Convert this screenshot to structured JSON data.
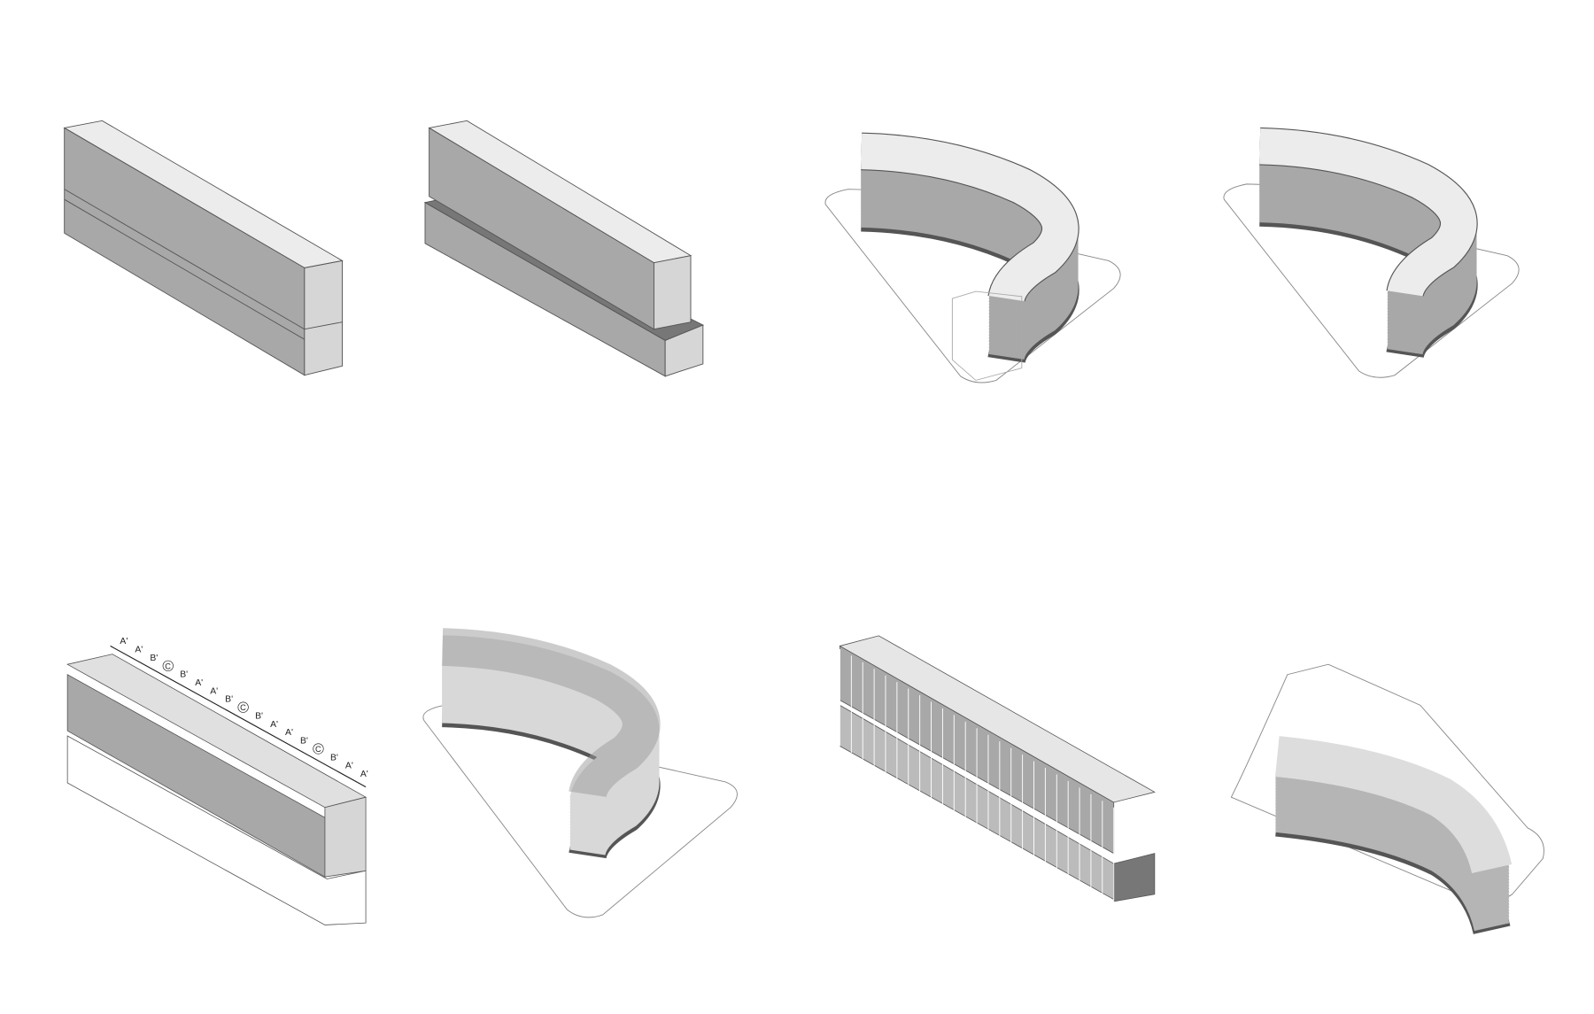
{
  "colors": {
    "top": "#ececec",
    "side": "#a8a8a8",
    "end": "#d6d6d6",
    "dark": "#6a6a6a",
    "line": "#555555",
    "site": "#888888"
  },
  "module_labels": [
    "A'",
    "A'",
    "B'",
    "C",
    "B'",
    "A'",
    "A'",
    "B'",
    "C",
    "B'",
    "A'",
    "A'",
    "B'",
    "C",
    "B'",
    "A'",
    "A'"
  ]
}
